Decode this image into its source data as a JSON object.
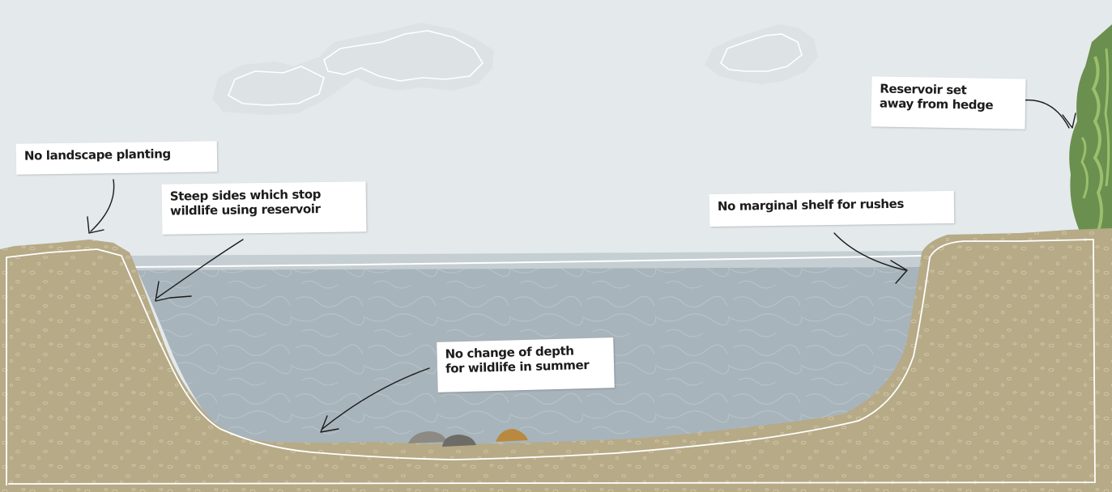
{
  "colors": {
    "sky": "#e4e9ec",
    "soil": "#b6aa87",
    "water": "#a8b4bb",
    "water_surface": "#c4ced3",
    "cloud": "#dde2e5",
    "hedge_dark": "#6b8f4e",
    "hedge_light": "#9bbf6d",
    "annotation_line": "#1a1a1a",
    "label_background": "#ffffff"
  },
  "labels": {
    "no_landscape": "No landscape planting",
    "steep_sides_line1": "Steep sides which stop",
    "steep_sides_line2": "wildlife using reservoir",
    "no_marginal_shelf": "No marginal shelf for rushes",
    "reservoir_set_line1": "Reservoir set",
    "reservoir_set_line2": "away from hedge",
    "no_change_line1": "No change of depth",
    "no_change_line2": "for wildlife in summer"
  }
}
